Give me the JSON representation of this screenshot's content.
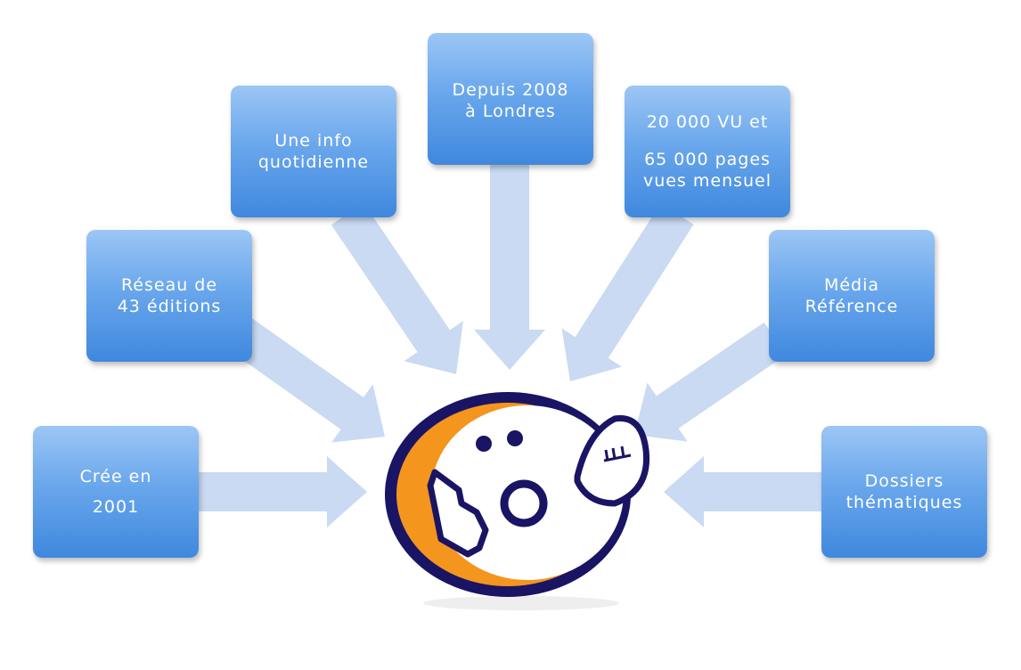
{
  "diagram": {
    "center_logo": "smiley-logo",
    "boxes": [
      {
        "lines": [
          "Crée en",
          "2001"
        ]
      },
      {
        "lines": [
          "Réseau de",
          "43 éditions"
        ]
      },
      {
        "lines": [
          "Une info",
          "quotidienne"
        ]
      },
      {
        "lines": [
          "Depuis 2008",
          "à Londres"
        ]
      },
      {
        "lines": [
          "20 000 VU et",
          "65 000 pages",
          "vues mensuel"
        ]
      },
      {
        "lines": [
          "Média",
          "Référence"
        ]
      },
      {
        "lines": [
          "Dossiers",
          "thématiques"
        ]
      }
    ],
    "colors": {
      "box": "#5a9be6",
      "arrow": "#c9daf2",
      "logo_navy": "#1a1464",
      "logo_orange": "#f4951e"
    }
  }
}
